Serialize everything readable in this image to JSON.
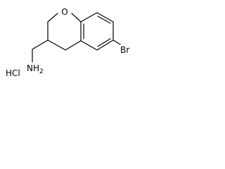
{
  "molecule": {
    "atoms": {
      "oxygen": "O",
      "bromine": "Br",
      "amine": "NH",
      "amine_subscript": "2",
      "salt": "HCl"
    }
  }
}
